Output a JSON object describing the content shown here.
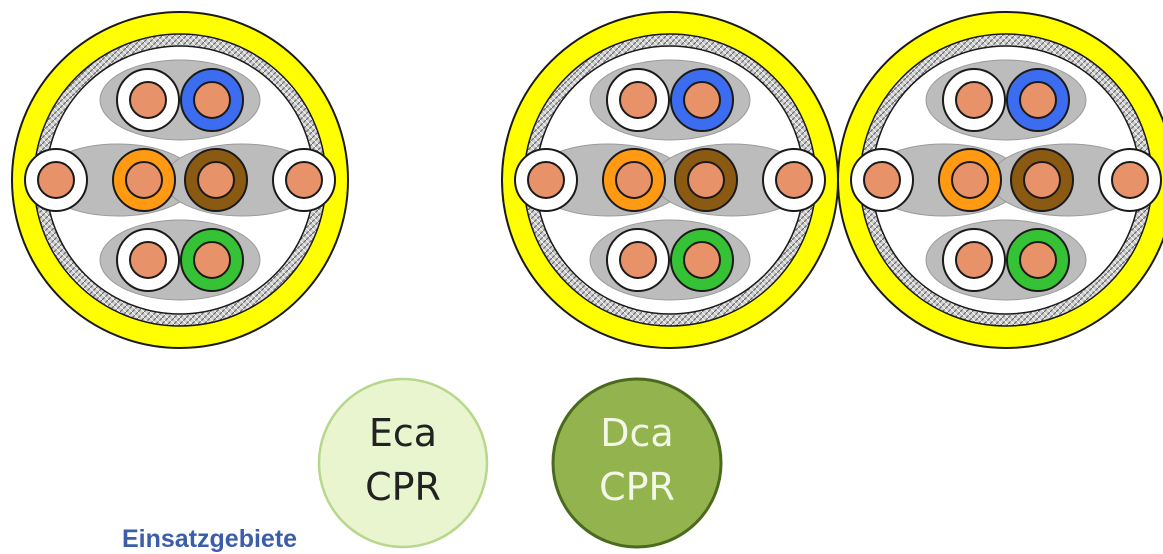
{
  "colors": {
    "jacket": "#ffff00",
    "jacket_outline": "#1a1a1a",
    "shield_braid": "#c8c8c8",
    "pair_foil": "#bcbcbc",
    "conductor_copper": "#e8926a",
    "insulation_white": "#ffffff",
    "insulation_blue": "#3c6cf0",
    "insulation_orange": "#ff9a12",
    "insulation_brown": "#8b5a12",
    "insulation_green": "#35c235",
    "badge_eca_fill": "#e9f5cf",
    "badge_eca_border": "#b6d78c",
    "badge_dca_fill": "#92b34e",
    "badge_dca_border": "#4c6a1d",
    "heading": "#3c5da8"
  },
  "cables": [
    {
      "type": "single-jacket cable",
      "pairs": [
        "white/blue",
        "white/orange",
        "brown/white",
        "white/green"
      ]
    },
    {
      "type": "duplex-jacket cable, left",
      "pairs": [
        "white/blue",
        "white/orange",
        "brown/white",
        "white/green"
      ]
    },
    {
      "type": "duplex-jacket cable, right",
      "pairs": [
        "white/blue",
        "white/orange",
        "brown/white",
        "white/green"
      ]
    }
  ],
  "badges": [
    {
      "line1": "Eca",
      "line2": "CPR",
      "text_color": "#222222"
    },
    {
      "line1": "Dca",
      "line2": "CPR",
      "text_color": "#f2f7e6"
    }
  ],
  "heading": "Einsatzgebiete"
}
